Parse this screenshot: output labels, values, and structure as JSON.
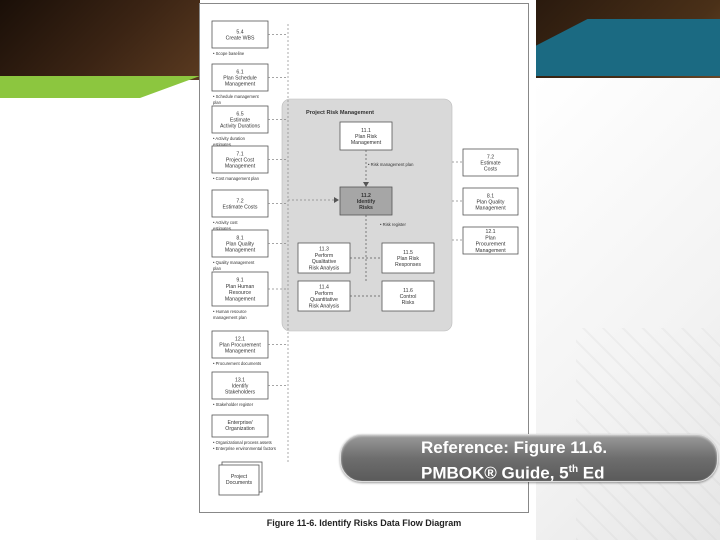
{
  "diagram": {
    "group_title": "Project Risk Management",
    "caption": "Figure 11-6. Identify Risks Data Flow Diagram",
    "left_boxes": [
      {
        "num": "5.4",
        "lines": [
          "Create WBS"
        ],
        "flow": "• Scope baseline"
      },
      {
        "num": "6.1",
        "lines": [
          "Plan Schedule",
          "Management"
        ],
        "flow": "• Schedule management plan"
      },
      {
        "num": "6.5",
        "lines": [
          "Estimate",
          "Activity Durations"
        ],
        "flow": "• Activity duration estimates"
      },
      {
        "num": "7.1",
        "lines": [
          "Project Cost",
          "Management"
        ],
        "flow": "• Cost management plan"
      },
      {
        "num": "7.2",
        "lines": [
          "Estimate Costs"
        ],
        "flow": "• Activity cost estimates"
      },
      {
        "num": "8.1",
        "lines": [
          "Plan Quality",
          "Management"
        ],
        "flow": "• Quality management plan"
      },
      {
        "num": "9.1",
        "lines": [
          "Plan Human",
          "Resource",
          "Management"
        ],
        "flow": "• Human resource management plan"
      },
      {
        "num": "12.1",
        "lines": [
          "Plan Procurement",
          "Management"
        ],
        "flow": "• Procurement documents"
      },
      {
        "num": "13.1",
        "lines": [
          "Identify",
          "Stakeholders"
        ],
        "flow": "• Stakeholder register"
      }
    ],
    "enterprise": {
      "lines": [
        "Enterprise/",
        "Organization"
      ],
      "flows": [
        "• Organizational process assets",
        "• Enterprise environmental factors"
      ]
    },
    "project_documents": [
      "Project",
      "Documents"
    ],
    "center_boxes": [
      {
        "num": "11.1",
        "lines": [
          "Plan Risk",
          "Management"
        ]
      },
      {
        "num": "11.2",
        "lines": [
          "Identify",
          "Risks"
        ]
      },
      {
        "num": "11.3",
        "lines": [
          "Perform",
          "Qualitative",
          "Risk Analysis"
        ]
      },
      {
        "num": "11.5",
        "lines": [
          "Plan Risk",
          "Responses"
        ]
      },
      {
        "num": "11.4",
        "lines": [
          "Perform",
          "Quantitative",
          "Risk Analysis"
        ]
      },
      {
        "num": "11.6",
        "lines": [
          "Control",
          "Risks"
        ]
      }
    ],
    "center_flows": [
      "• Risk management plan",
      "• Risk register"
    ],
    "right_boxes": [
      {
        "num": "7.2",
        "lines": [
          "Estimate",
          "Costs"
        ]
      },
      {
        "num": "8.1",
        "lines": [
          "Plan Quality",
          "Management"
        ]
      },
      {
        "num": "12.1",
        "lines": [
          "Plan",
          "Procurement",
          "Management"
        ]
      }
    ]
  },
  "reference": {
    "line1": "Reference: Figure 11.6.",
    "line2_prefix": "PMBOK® Guide, 5",
    "line2_sup": "th",
    "line2_suffix": " Ed"
  },
  "colors": {
    "green_accent": "#8cc63f",
    "teal_accent": "#1b6a82",
    "group_fill": "#d9d9d9",
    "highlight_box": "#a6a6a6"
  }
}
